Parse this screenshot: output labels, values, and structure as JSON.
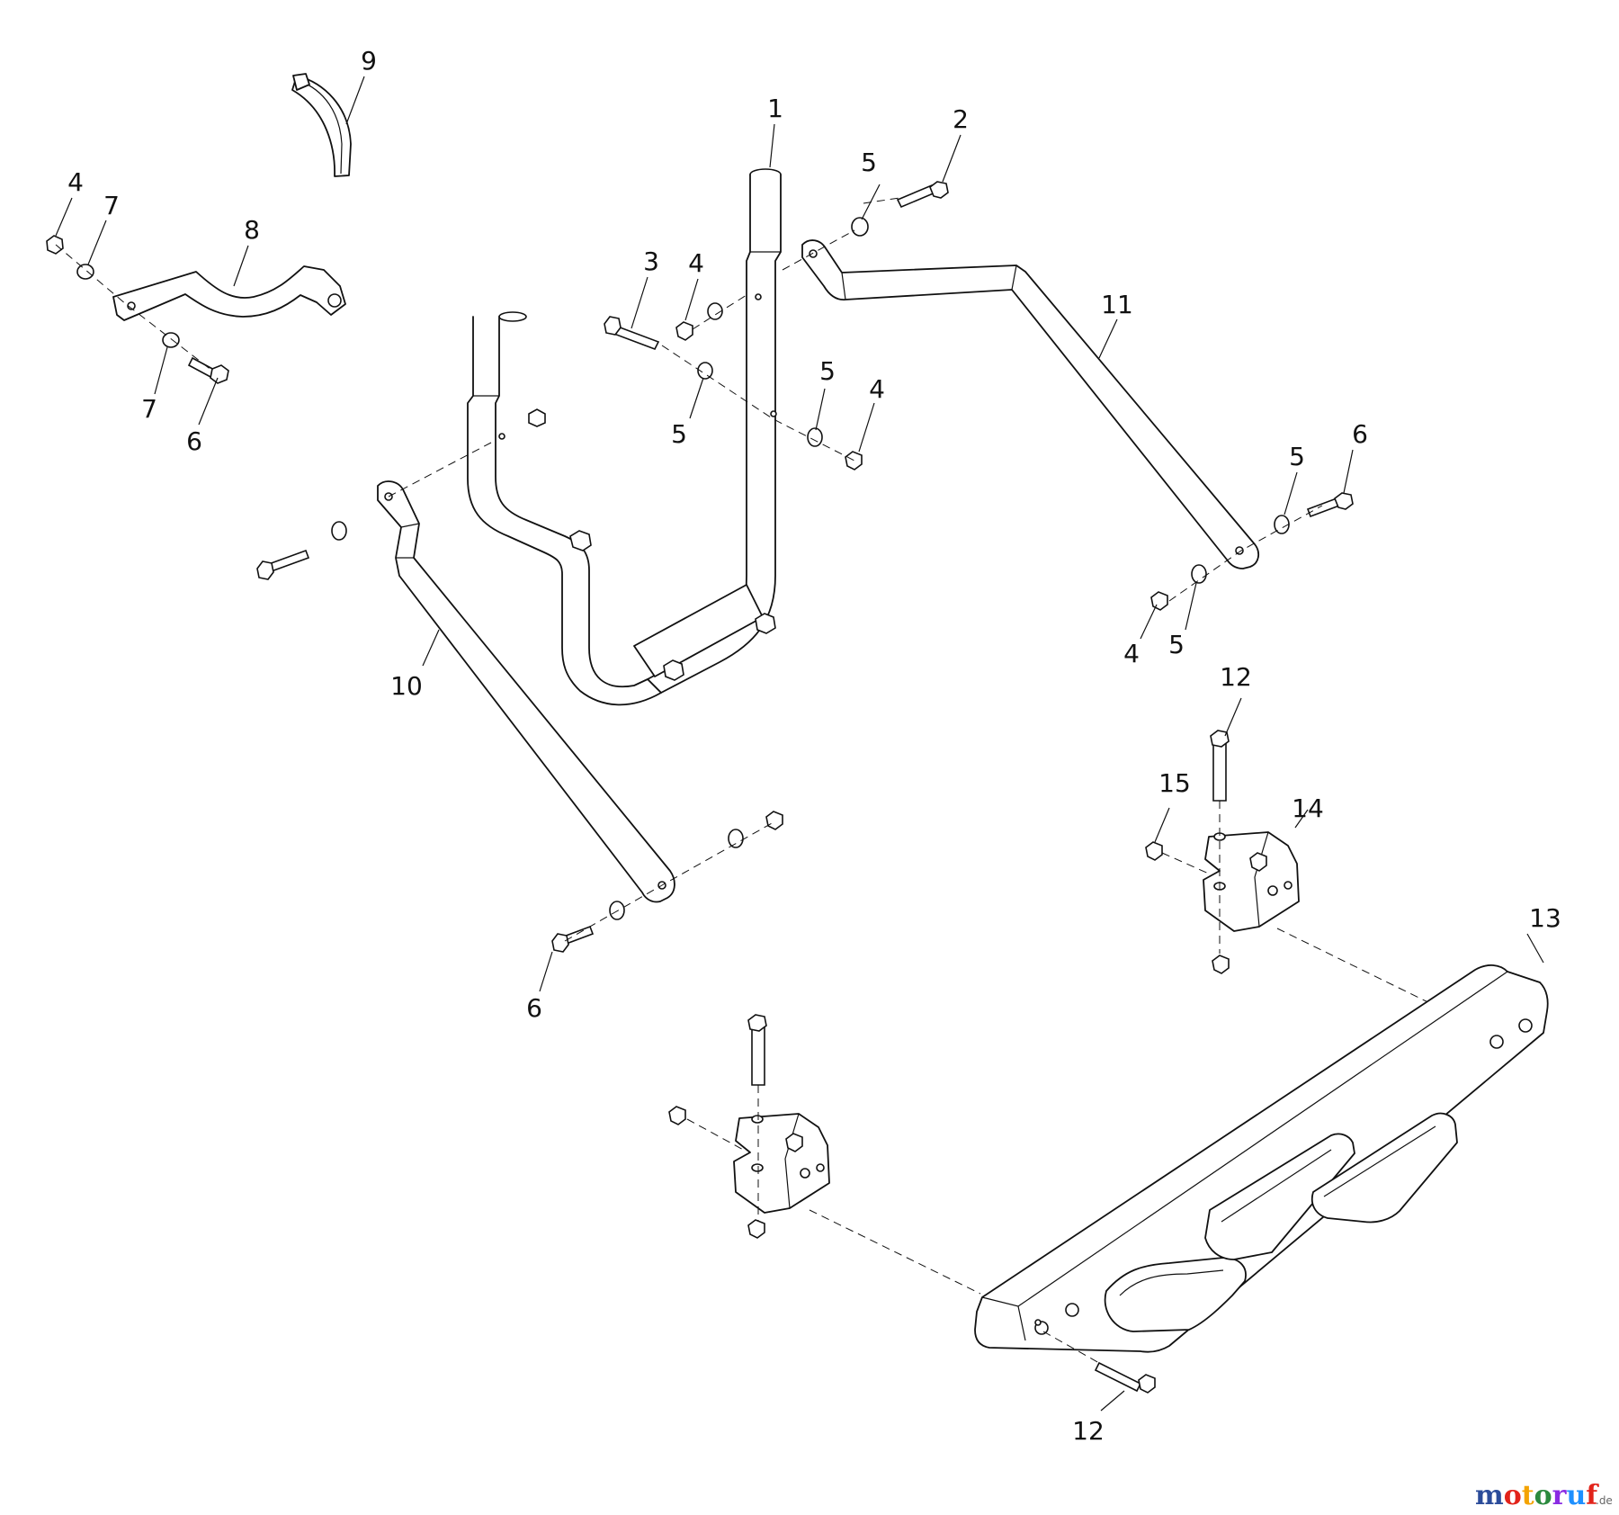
{
  "callouts": [
    {
      "id": "c1",
      "text": "1"
    },
    {
      "id": "c2",
      "text": "2"
    },
    {
      "id": "c3",
      "text": "3"
    },
    {
      "id": "c4a",
      "text": "4"
    },
    {
      "id": "c4b",
      "text": "4"
    },
    {
      "id": "c4c",
      "text": "4"
    },
    {
      "id": "c4d",
      "text": "4"
    },
    {
      "id": "c5a",
      "text": "5"
    },
    {
      "id": "c5b",
      "text": "5"
    },
    {
      "id": "c5c",
      "text": "5"
    },
    {
      "id": "c5d",
      "text": "5"
    },
    {
      "id": "c5e",
      "text": "5"
    },
    {
      "id": "c6a",
      "text": "6"
    },
    {
      "id": "c6b",
      "text": "6"
    },
    {
      "id": "c6c",
      "text": "6"
    },
    {
      "id": "c7a",
      "text": "7"
    },
    {
      "id": "c7b",
      "text": "7"
    },
    {
      "id": "c8",
      "text": "8"
    },
    {
      "id": "c9",
      "text": "9"
    },
    {
      "id": "c10",
      "text": "10"
    },
    {
      "id": "c11",
      "text": "11"
    },
    {
      "id": "c12a",
      "text": "12"
    },
    {
      "id": "c12b",
      "text": "12"
    },
    {
      "id": "c13",
      "text": "13"
    },
    {
      "id": "c14",
      "text": "14"
    },
    {
      "id": "c15",
      "text": "15"
    }
  ],
  "watermark": {
    "letters": [
      "m",
      "o",
      "t",
      "o",
      "r",
      "u",
      "f"
    ],
    "colors": [
      "#2b4c9a",
      "#e2231a",
      "#f4a300",
      "#2b8a3e",
      "#8a2be2",
      "#1e90ff",
      "#e2231a"
    ],
    "tld": ".de"
  }
}
